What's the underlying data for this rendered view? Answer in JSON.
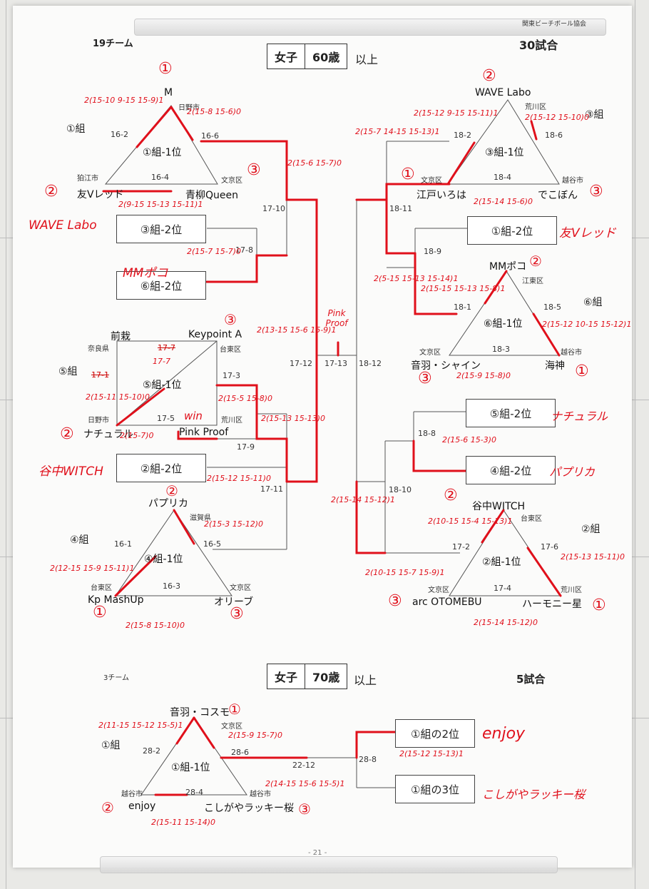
{
  "association": "関東ビーチボール協会",
  "page_number": "- 21 -",
  "section60": {
    "teams_count": "19チーム",
    "category": "女子",
    "age": "60歳",
    "above": "以上",
    "matches": "30試合",
    "groups": {
      "g1": {
        "name": "①組",
        "label": "①組-1位",
        "top": "M",
        "top_city": "日野市",
        "left": "友Vレッド",
        "left_city": "狛江市",
        "right": "青柳Queen",
        "right_city": "文京区",
        "m_l": "16-2",
        "m_r": "16-6",
        "m_b": "16-4"
      },
      "g3": {
        "name": "③組",
        "label": "③組-1位",
        "top": "WAVE Labo",
        "top_city": "荒川区",
        "left": "江戸いろは",
        "left_city": "文京区",
        "right": "でこぼん",
        "right_city": "越谷市",
        "m_l": "18-2",
        "m_r": "18-6",
        "m_b": "18-4"
      },
      "g5": {
        "name": "⑤組",
        "label": "⑤組-1位",
        "top_l": "前栽",
        "top_l_city": "奈良県",
        "top_r": "Keypoint A",
        "top_r_city": "台東区",
        "bl": "ナチュラル",
        "bl_city": "日野市",
        "br": "Pink Proof",
        "br_city": "荒川区",
        "m_t": "17-7",
        "m_l": "17-1",
        "m_b": "17-5",
        "m_r": "17-3"
      },
      "g6": {
        "name": "⑥組",
        "label": "⑥組-1位",
        "top": "MMポコ",
        "top_city": "江東区",
        "left": "音羽・シャイン",
        "left_city": "文京区",
        "right": "海神",
        "right_city": "越谷市",
        "m_l": "18-1",
        "m_r": "18-5",
        "m_b": "18-3"
      },
      "g4": {
        "name": "④組",
        "label": "④組-1位",
        "top": "パプリカ",
        "top_city": "滋賀県",
        "left": "Kp MashUp",
        "left_city": "台東区",
        "right": "オリーブ",
        "right_city": "文京区",
        "m_l": "16-1",
        "m_r": "16-5",
        "m_b": "16-3"
      },
      "g2": {
        "name": "②組",
        "label": "②組-1位",
        "top": "谷中WITCH",
        "top_city": "台東区",
        "left": "arc OTOMEBU",
        "left_city": "文京区",
        "right": "ハーモニー星",
        "right_city": "荒川区",
        "m_l": "17-2",
        "m_r": "17-6",
        "m_b": "17-4"
      }
    },
    "rank_boxes": {
      "r3_2": "③組-2位",
      "r6_2": "⑥組-2位",
      "r2_2": "②組-2位",
      "r1_2": "①組-2位",
      "r5_2": "⑤組-2位",
      "r4_2": "④組-2位"
    },
    "bracket_matches": {
      "m17_10": "17-10",
      "m17_8": "17-8",
      "m17_12": "17-12",
      "m17_13": "17-13",
      "m18_12": "18-12",
      "m18_11": "18-11",
      "m18_9": "18-9",
      "m17_9": "17-9",
      "m17_11": "17-11",
      "m18_8": "18-8",
      "m18_10": "18-10"
    }
  },
  "section70": {
    "teams_count": "3チーム",
    "category": "女子",
    "age": "70歳",
    "above": "以上",
    "matches": "5試合",
    "group": {
      "name": "①組",
      "label": "①組-1位",
      "top": "音羽・コスモ",
      "top_city": "文京区",
      "left": "enjoy",
      "left_city": "越谷市",
      "right": "こしがやラッキー桜",
      "right_city": "越谷市",
      "m_l": "28-2",
      "m_r": "28-6",
      "m_b": "28-4"
    },
    "rank_boxes": {
      "r2": "①組の2位",
      "r3": "①組の3位"
    },
    "matches_list": {
      "m22_12": "22-12",
      "m28_8": "28-8"
    }
  },
  "handwriting": {
    "winner_label": "Pink Proof",
    "win_note": "win",
    "side_wave": "WAVE Labo",
    "side_mm": "MMポコ",
    "side_tomo": "友Vレッド",
    "side_yanaka": "谷中WITCH",
    "side_natural": "ナチュラル",
    "side_paprika": "パプリカ",
    "side_enjoy": "enjoy",
    "side_koshigaya": "こしがやラッキー桜",
    "cross_17_7": "17-7",
    "cross_17_1": "17-1",
    "s_m": "2(15-10 9-15 15-9)1",
    "s_hino": "2(15-8 15-6)0",
    "s_tomo": "2(9-15 15-13 15-11)1",
    "s_1612": "2(15-6 15-7)0",
    "s_178": "2(15-7 15-7)0",
    "s_wave_l": "2(15-7 14-15 15-13)1",
    "s_wave_c": "2(15-12 9-15 15-11)1",
    "s_wave_r": "2(15-12 15-10)0",
    "s_edo": "2(15-14 15-6)0",
    "s_189": "2(5-15 15-13 15-14)1",
    "s_mm": "2(15-15 15-13 15-8)1",
    "s_kaijin": "2(15-12 10-15 15-12)1",
    "s_oto": "2(15-9 15-8)0",
    "s_keypoint": "2(13-15 15-6 15-9)1",
    "s_5l": "2(15-11 15-10)0",
    "s_nat": "2(15-7)0",
    "s_173": "2(15-5 15-8)0",
    "s_pink": "2(15-13 15-13)0",
    "s_179": "2(15-12 15-11)0",
    "s_188": "2(15-6 15-3)0",
    "s_1810": "2(15-14 15-12)1",
    "s_yanaka": "2(10-15 15-4 15-13)1",
    "s_arc": "2(10-15 15-7 15-9)1",
    "s_176": "2(15-13 15-11)0",
    "s_otomebu": "2(15-14 15-12)0",
    "s_paprika": "2(15-3 15-12)0",
    "s_4l": "2(12-15 15-9 15-11)1",
    "s_kp": "2(15-8 15-10)0",
    "s_70_top": "2(11-15 15-12 15-5)1",
    "s_70_r": "2(15-9 15-7)0",
    "s_70_b": "2(15-11 15-14)0",
    "s_70_mid": "2(14-15 15-6 15-5)1",
    "s_70_final": "2(15-12 15-13)1"
  }
}
